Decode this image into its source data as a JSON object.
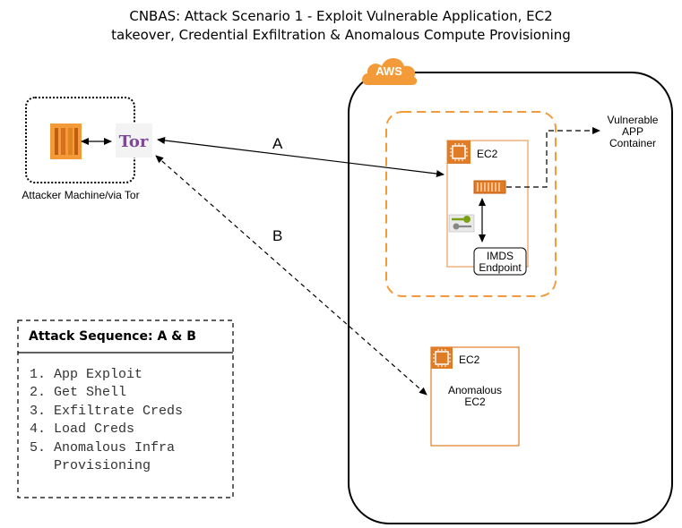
{
  "title": {
    "line1": "CNBAS: Attack Scenario 1 - Exploit Vulnerable Application, EC2",
    "line2": "takeover, Credential Exfiltration & Anomalous Compute Provisioning"
  },
  "cloud_label": "AWS",
  "attacker": {
    "label": "Attacker Machine/via Tor",
    "tor_text": "Tor"
  },
  "ec2_main": {
    "label": "EC2",
    "imds_line1": "IMDS",
    "imds_line2": "Endpoint"
  },
  "vulnerable_container": {
    "line1": "Vulnerable",
    "line2": "APP",
    "line3": "Container"
  },
  "ec2_anomalous": {
    "label": "EC2",
    "text_line1": "Anomalous",
    "text_line2": "EC2"
  },
  "arrows": {
    "a_label": "A",
    "b_label": "B"
  },
  "sequence": {
    "heading": "Attack Sequence: A & B",
    "steps": [
      "1. App Exploit",
      "2. Get Shell",
      "3. Exfiltrate Creds",
      "4. Load Creds",
      "5. Anomalous Infra",
      "   Provisioning"
    ]
  },
  "colors": {
    "aws_orange": "#f29b38",
    "ec2_orange": "#e07b26",
    "tor_purple": "#7e4798",
    "key_green": "#7aa116"
  }
}
